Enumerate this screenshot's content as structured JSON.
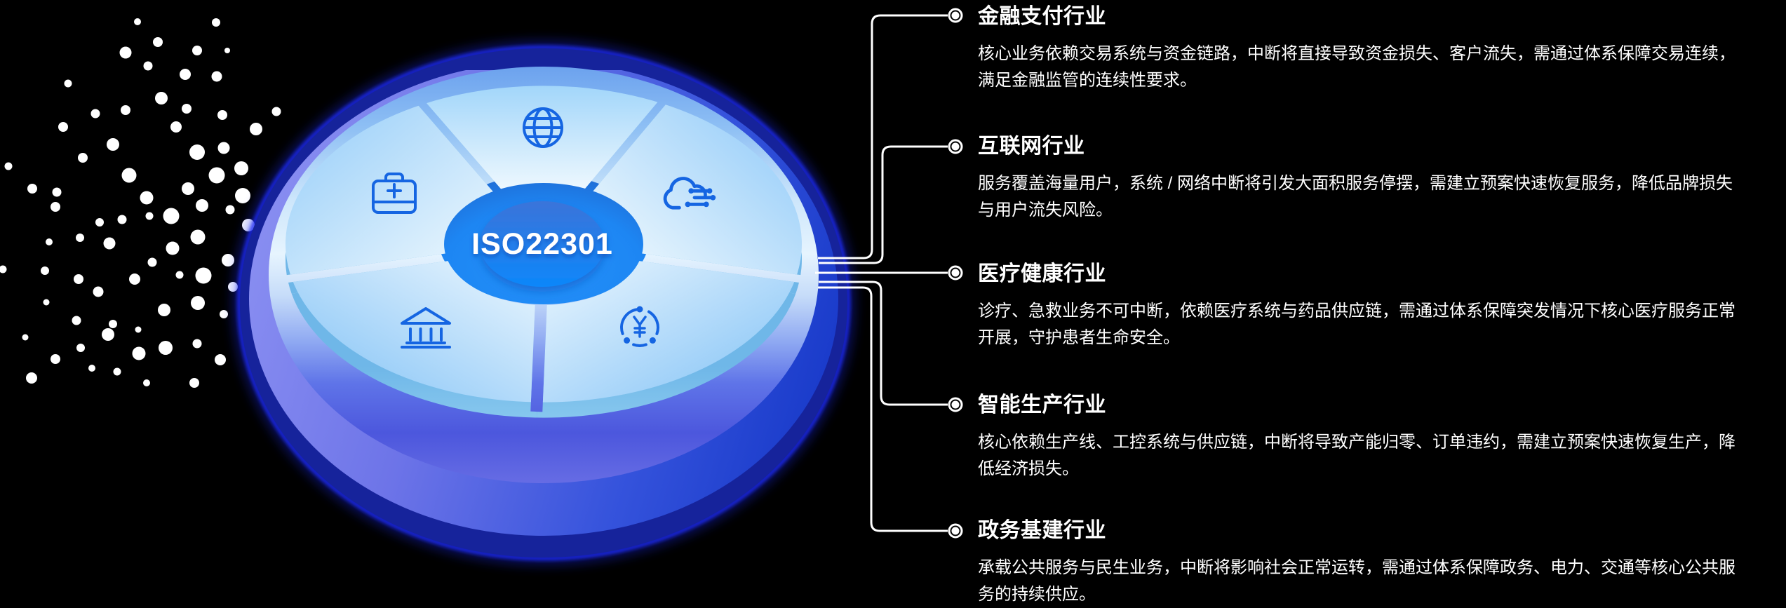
{
  "background_color": "#000000",
  "wheel": {
    "center_label": "ISO22301",
    "colors": {
      "hole_blue": "#1d86f3",
      "icon_blue": "#1565e2",
      "glow_blue": "#1d2bf2",
      "side_purple": "#8b90f2",
      "side_navy": "#16239b"
    },
    "segments": [
      {
        "icon": "globe-icon"
      },
      {
        "icon": "cloud-computing-icon"
      },
      {
        "icon": "currency-yen-icon"
      },
      {
        "icon": "bank-icon"
      },
      {
        "icon": "first-aid-kit-icon"
      }
    ]
  },
  "industries": [
    {
      "title": "金融支付行业",
      "description": "核心业务依赖交易系统与资金链路，中断将直接导致资金损失、客户流失，需通过体系保障交易连续，满足金融监管的连续性要求。"
    },
    {
      "title": "互联网行业",
      "description": "服务覆盖海量用户，系统 / 网络中断将引发大面积服务停摆，需建立预案快速恢复服务，降低品牌损失与用户流失风险。"
    },
    {
      "title": "医疗健康行业",
      "description": "诊疗、急救业务不可中断，依赖医疗系统与药品供应链，需通过体系保障突发情况下核心医疗服务正常开展，守护患者生命安全。"
    },
    {
      "title": "智能生产行业",
      "description": "核心依赖生产线、工控系统与供应链，中断将导致产能归零、订单违约，需建立预案快速恢复生产，降低经济损失。"
    },
    {
      "title": "政务基建行业",
      "description": "承载公共服务与民生业务，中断将影响社会正常运转，需通过体系保障政务、电力、交通等核心公共服务的持续供应。"
    }
  ]
}
